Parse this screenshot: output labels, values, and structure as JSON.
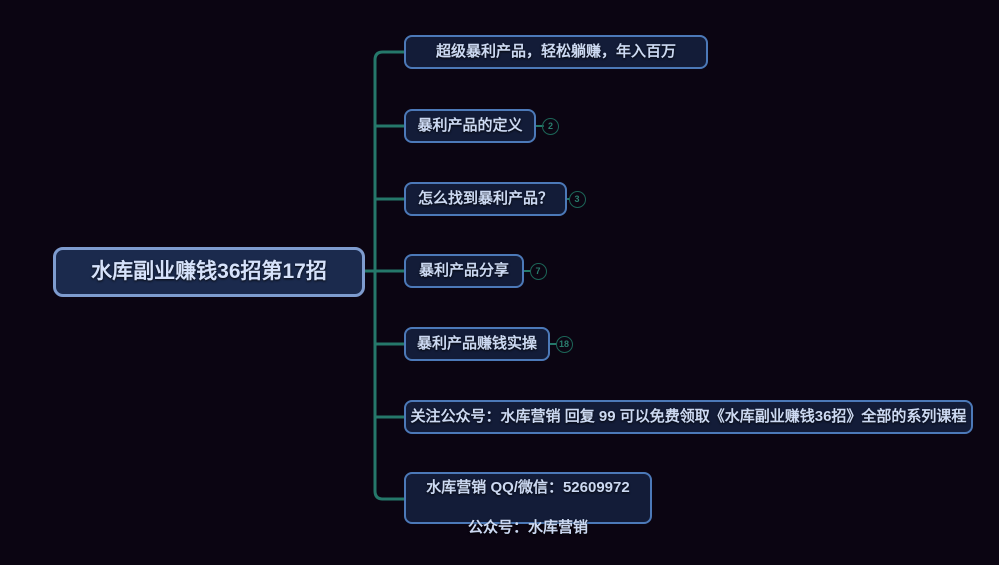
{
  "app": {
    "type": "mindmap",
    "background_color": "#0b0512",
    "connector_color": "#25786a",
    "root_node_border_color": "#7e9ccf",
    "child_node_border_color": "#4c79b8",
    "node_fill_color": "#131c38",
    "badge_color": "#2a7d6d"
  },
  "mindmap": {
    "root": {
      "label": "水库副业赚钱36招第17招"
    },
    "children": [
      {
        "label": "超级暴利产品，轻松躺赚，年入百万"
      },
      {
        "label": "暴利产品的定义",
        "badge": "2"
      },
      {
        "label": "怎么找到暴利产品？",
        "badge": "3"
      },
      {
        "label": "暴利产品分享",
        "badge": "7"
      },
      {
        "label": "暴利产品赚钱实操",
        "badge": "18"
      },
      {
        "label": "关注公众号：水库营销 回复 99 可以免费领取《水库副业赚钱36招》全部的系列课程"
      },
      {
        "lines": [
          "水库营销  QQ/微信：52609972",
          "公众号：水库营销"
        ]
      }
    ]
  }
}
